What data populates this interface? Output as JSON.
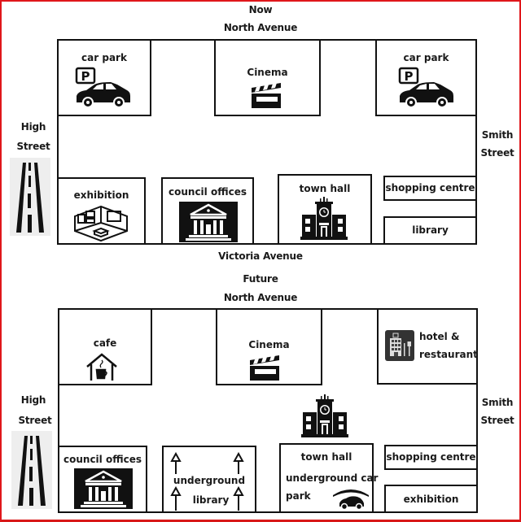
{
  "maps": [
    {
      "title": "Now",
      "streets": {
        "north": "North Avenue",
        "south": "Victoria Avenue",
        "west": [
          "High",
          "Street"
        ],
        "east": [
          "Smith",
          "Street"
        ]
      },
      "buildings": [
        {
          "id": "car-park-west",
          "label": "car park",
          "icon": "parking-car-icon"
        },
        {
          "id": "cinema",
          "label": "Cinema",
          "icon": "clapperboard-icon"
        },
        {
          "id": "car-park-east",
          "label": "car park",
          "icon": "parking-car-icon"
        },
        {
          "id": "exhibition",
          "label": "exhibition",
          "icon": "gallery-room-icon"
        },
        {
          "id": "council-offices",
          "label": "council offices",
          "icon": "government-building-icon"
        },
        {
          "id": "town-hall",
          "label": "town hall",
          "icon": "town-hall-clock-icon"
        },
        {
          "id": "shopping-centre",
          "label": "shopping centre",
          "icon": ""
        },
        {
          "id": "library",
          "label": "library",
          "icon": ""
        }
      ]
    },
    {
      "title": "Future",
      "streets": {
        "north": "North Avenue",
        "west": [
          "High",
          "Street"
        ],
        "east": [
          "Smith",
          "Street"
        ]
      },
      "buildings": [
        {
          "id": "cafe",
          "label": "cafe",
          "icon": "cafe-house-icon"
        },
        {
          "id": "cinema",
          "label": "Cinema",
          "icon": "clapperboard-icon"
        },
        {
          "id": "hotel-restaurant",
          "label": [
            "hotel &",
            "restaurant"
          ],
          "icon": "hotel-restaurant-icon"
        },
        {
          "id": "council-offices",
          "label": "council offices",
          "icon": "government-building-icon"
        },
        {
          "id": "underground-library",
          "label": [
            "underground",
            "library"
          ],
          "icon": "up-arrow-icon"
        },
        {
          "id": "town-hall",
          "label": "town hall",
          "sublabel": [
            "underground car",
            "park"
          ],
          "icon": "covered-car-icon"
        },
        {
          "id": "shopping-centre",
          "label": "shopping centre",
          "icon": ""
        },
        {
          "id": "exhibition",
          "label": "exhibition",
          "icon": ""
        }
      ],
      "standalone_icons": [
        "town-hall-clock-icon"
      ]
    }
  ],
  "colors": {
    "frame": "#e0161b",
    "ink": "#111111"
  }
}
